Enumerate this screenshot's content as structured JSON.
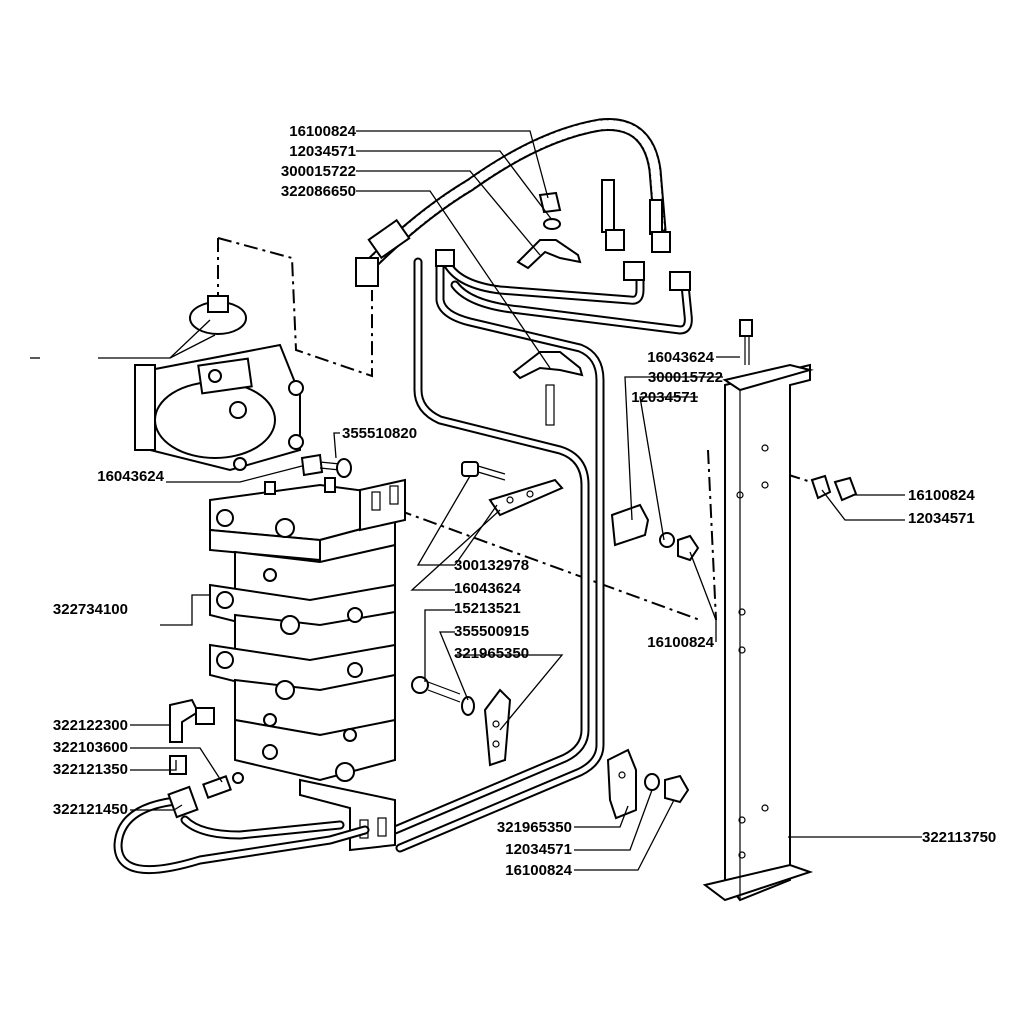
{
  "labels": {
    "l01": "16100824",
    "l02": "12034571",
    "l03": "300015722",
    "l04": "322086650",
    "l05": "16043624",
    "l06": "300015722",
    "l07": "12034571",
    "l08": "355510820",
    "l09": "16043624",
    "l10": "16100824",
    "l11": "12034571",
    "l12": "300132978",
    "l13": "16043624",
    "l14": "322734100",
    "l15": "15213521",
    "l16": "355500915",
    "l17": "321965350",
    "l18": "16100824",
    "l19": "322122300",
    "l20": "322103600",
    "l21": "322121350",
    "l22": "322121450",
    "l23": "321965350",
    "l24": "12034571",
    "l25": "16100824",
    "l26": "322113750"
  }
}
